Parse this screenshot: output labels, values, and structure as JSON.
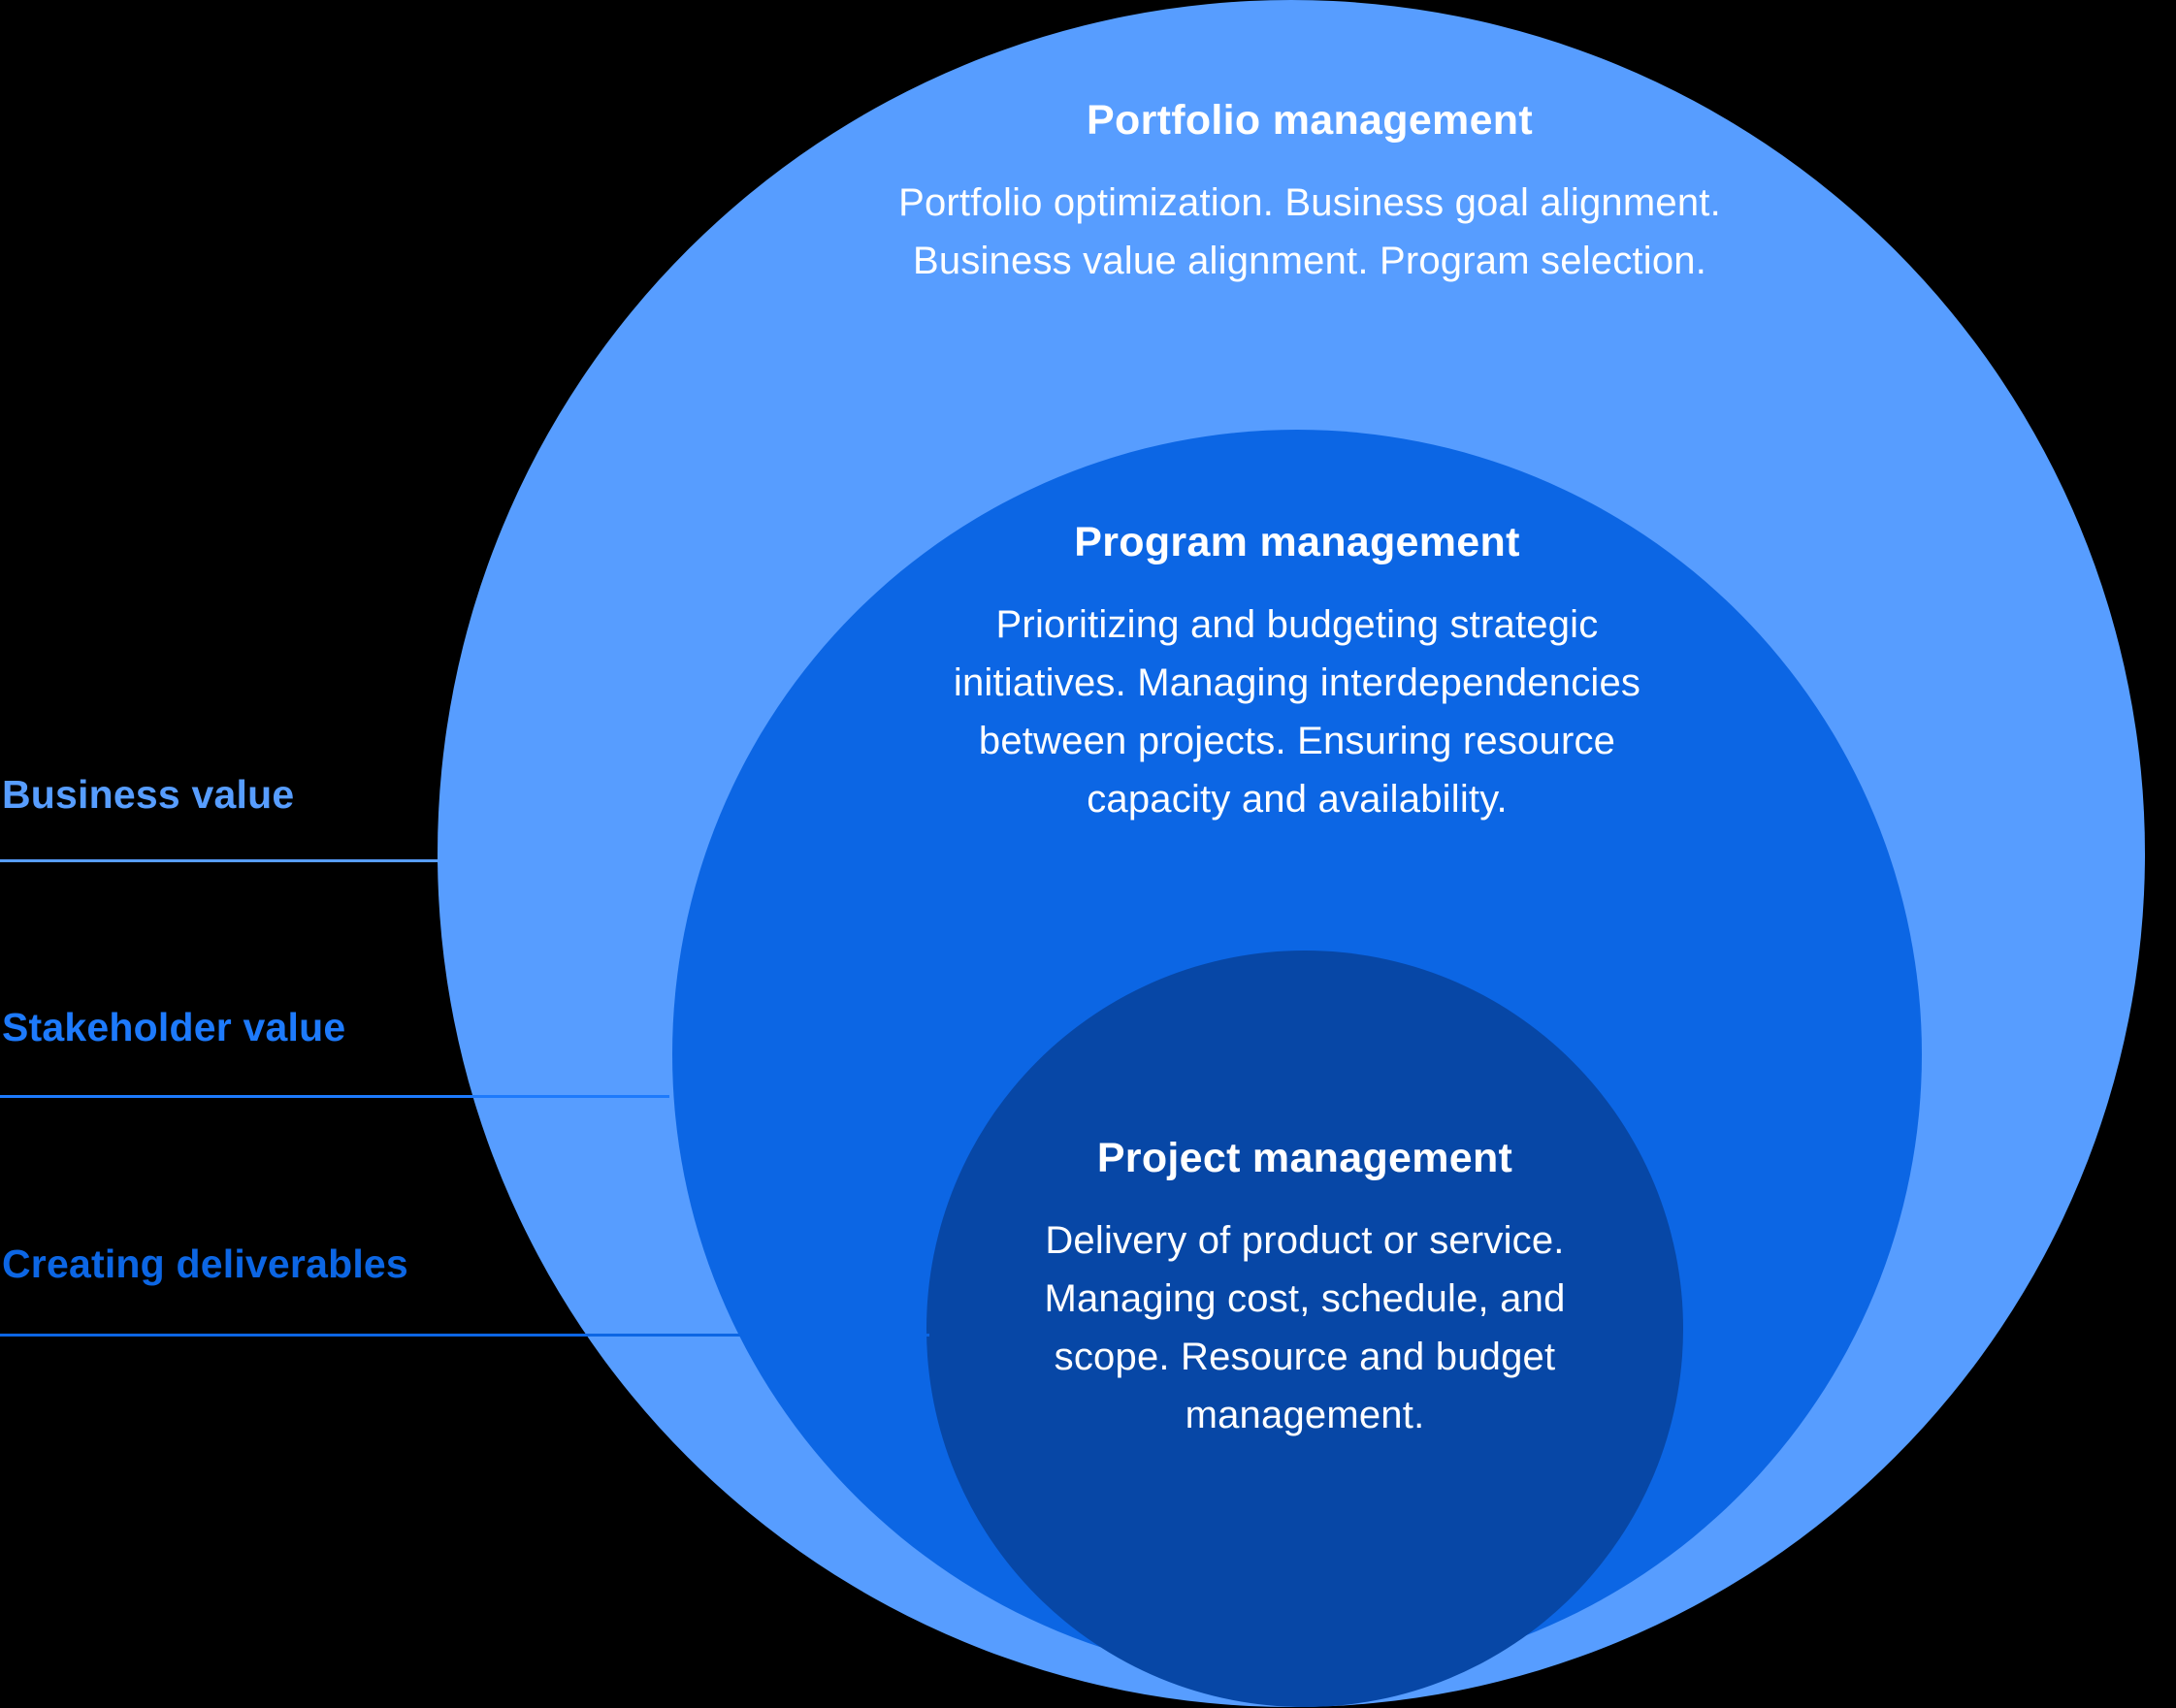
{
  "colors": {
    "background": "#000000",
    "outer_circle": "#579DFF",
    "middle_circle": "#0C66E4",
    "inner_circle": "#0747A6",
    "text_on_circles": "#FFFFFF",
    "label_business": "#579DFF",
    "label_stakeholder": "#1D7AFC",
    "label_creating": "#0C66E4"
  },
  "circles": [
    {
      "title": "Portfolio management",
      "body": "Portfolio optimization. Business goal alignment. Business value alignment. Program selection."
    },
    {
      "title": "Program management",
      "body": "Prioritizing and budgeting strategic initiatives. Managing interdependencies between projects. Ensuring resource capacity and availability."
    },
    {
      "title": "Project management",
      "body": "Delivery of product or service. Managing cost, schedule, and scope. Resource and budget management."
    }
  ],
  "side_labels": [
    {
      "label": "Business value"
    },
    {
      "label": "Stakeholder value"
    },
    {
      "label": "Creating deliverables"
    }
  ]
}
